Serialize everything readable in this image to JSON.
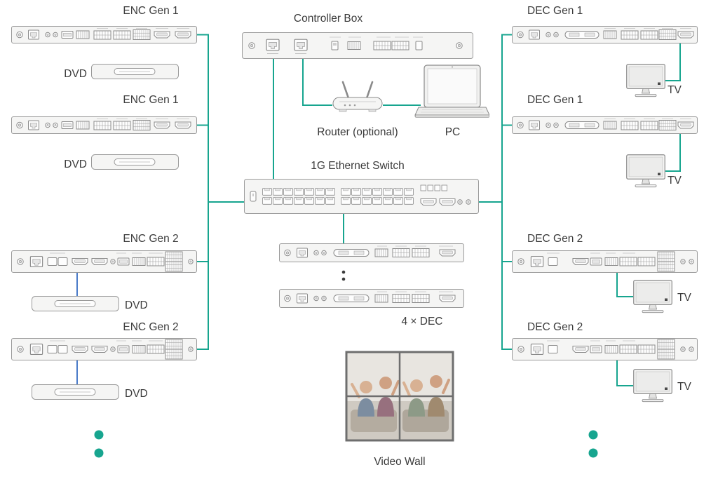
{
  "labels": {
    "enc_gen1": "ENC Gen 1",
    "enc_gen2": "ENC Gen 2",
    "dec_gen1": "DEC Gen 1",
    "dec_gen2": "DEC Gen 2",
    "controller_box": "Controller Box",
    "router": "Router (optional)",
    "pc": "PC",
    "ethernet_switch": "1G Ethernet Switch",
    "four_dec": "4 × DEC",
    "video_wall": "Video Wall",
    "dvd": "DVD",
    "tv": "TV"
  },
  "colors": {
    "connection_line": "#17a58f",
    "dvd_link_line": "#4a7bc8",
    "continuation_dot": "#17a58f",
    "center_dot": "#3c3c3c",
    "label_text": "#3b3b3b"
  }
}
